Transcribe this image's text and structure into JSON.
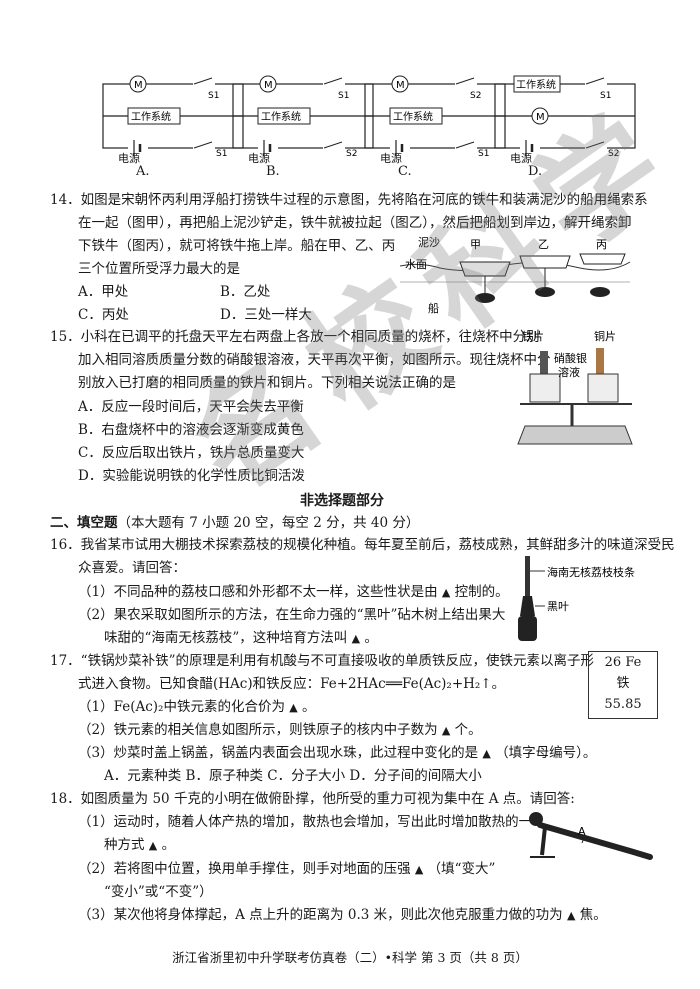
{
  "circuits": [
    {
      "letter": "A.",
      "motor": "M",
      "switches": [
        "S1",
        "S1"
      ],
      "system": "工作系统",
      "power": "电源"
    },
    {
      "letter": "B.",
      "motor": "M",
      "switches": [
        "S1",
        "S2"
      ],
      "system": "工作系统",
      "power": "电源"
    },
    {
      "letter": "C.",
      "motor": "M",
      "switches": [
        "S2",
        "S1"
      ],
      "system": "工作系统",
      "power": "电源"
    },
    {
      "letter": "D.",
      "motor": "M",
      "switches": [
        "S1",
        "S2"
      ],
      "system": "工作系统",
      "power": "电源"
    }
  ],
  "q14": {
    "lines": [
      "14．如图是宋朝怀丙利用浮船打捞铁牛过程的示意图，先将陷在河底的铁牛和装满泥沙的船用绳索系",
      "在一起（图甲），再把船上泥沙铲走，铁牛就被拉起（图乙），然后把船划到岸边，解开绳索卸",
      "下铁牛（图丙），就可将铁牛拖上岸。船在甲、乙、丙",
      "三个位置所受浮力最大的是"
    ],
    "options": [
      "A．甲处",
      "B．乙处",
      "C．丙处",
      "D．三处一样大"
    ],
    "figure_labels": {
      "mud": "泥沙",
      "water": "水面",
      "boat": "船",
      "a": "甲",
      "b": "乙",
      "c": "丙"
    }
  },
  "q15": {
    "lines": [
      "15．小科在已调平的托盘天平左右两盘上各放一个相同质量的烧杯，往烧杯中分别",
      "加入相同溶质质量分数的硝酸银溶液，天平再次平衡，如图所示。现往烧杯中分",
      "别放入已打磨的相同质量的铁片和铜片。下列相关说法正确的是"
    ],
    "options": [
      "A．反应一段时间后，天平会失去平衡",
      "B．右盘烧杯中的溶液会逐渐变成黄色",
      "C．反应后取出铁片，铁片总质量变大",
      "D．实验能说明铁的化学性质比铜活泼"
    ],
    "figure_labels": {
      "iron": "铁片",
      "copper": "铜片",
      "solution1": "硝酸银",
      "solution2": "溶液"
    }
  },
  "section_heading": "非选择题部分",
  "section2": {
    "title": "二、填空题",
    "note": "（本大题有 7 小题 20 空，每空 2 分，共 40 分）"
  },
  "q16": {
    "lines": [
      "16．我省某市试用大棚技术探索荔枝的规模化种植。每年夏至前后，荔枝成熟，其鲜甜多汁的味道深受民",
      "众喜爱。请回答：",
      "（1）不同品种的荔枝口感和外形都不太一样，这些性状是由",
      "（2）果农采取如图所示的方法，在生命力强的“黑叶”砧木树上结出果大",
      "味甜的“海南无核荔枝”，这种培育方法叫"
    ],
    "suffix1": "控制的。",
    "suffix2": "。",
    "fig_top": "海南无核荔枝枝条",
    "fig_bottom": "黑叶"
  },
  "q17": {
    "lines": [
      "17．“铁锅炒菜补铁”的原理是利用有机酸与不可直接吸收的单质铁反应，使铁元素以离子形",
      "式进入食物。已知食醋(HAc)和铁反应：Fe+2HAc══Fe(Ac)₂+H₂↑。",
      "（1）Fe(Ac)₂中铁元素的化合价为",
      "（2）铁元素的相关信息如图所示，则铁原子的核内中子数为",
      "（3）炒菜时盖上锅盖，锅盖内表面会出现水珠，此过程中变化的是",
      "A．元素种类   B．原子种类   C．分子大小   D．分子间的间隔大小"
    ],
    "suffix1": "。",
    "suffix2": "个。",
    "suffix3": "（填字母编号）。",
    "element": {
      "number": "26 Fe",
      "name": "铁",
      "mass": "55.85"
    }
  },
  "q18": {
    "lines": [
      "18．如图质量为 50 千克的小明在做俯卧撑，他所受的重力可视为集中在 A 点。请回答:",
      "（1）运动时，随着人体产热的增加，散热也会增加，写出此时增加散热的一",
      "种方式",
      "（2）若将图中位置，换用单手撑住，则手对地面的压强",
      "“变小”或“不变”）",
      "（3）某次他将身体撑起，A 点上升的距离为 0.3 米，则此次他克服重力做的功为"
    ],
    "suffix1": "。",
    "suffix2": "（填“变大”",
    "suffix3": "焦。",
    "point_label": "A"
  },
  "blank": "▲",
  "watermark": "名校科学",
  "footer": "浙江省浙里初中升学联考仿真卷（二）•科学 第 3 页（共 8 页）"
}
